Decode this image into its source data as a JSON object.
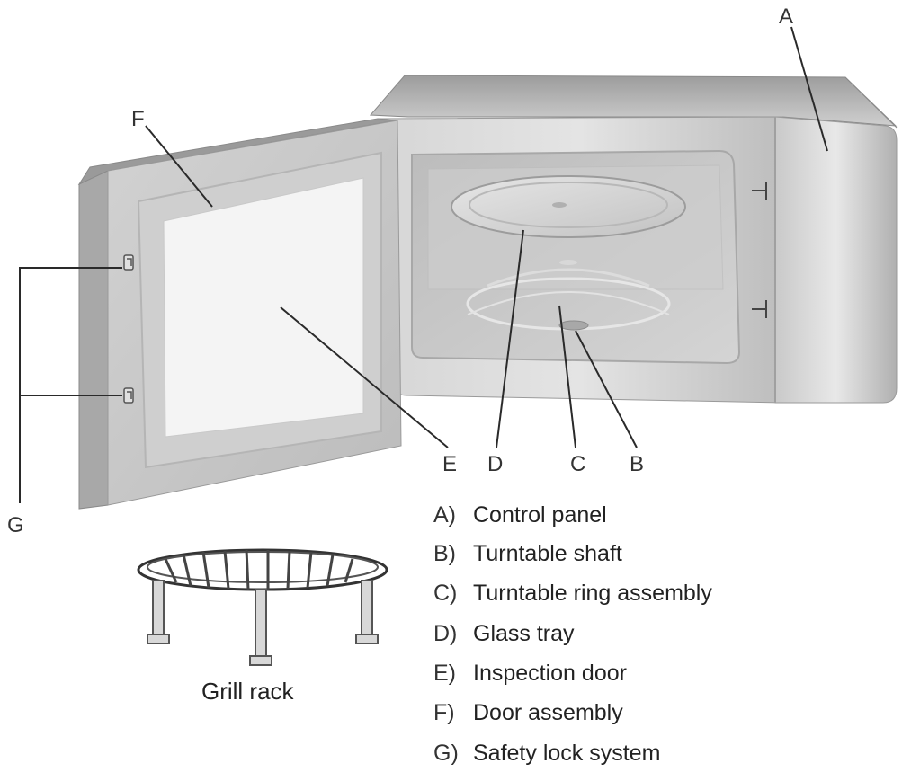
{
  "callouts": {
    "A": "A",
    "B": "B",
    "C": "C",
    "D": "D",
    "E": "E",
    "F": "F",
    "G": "G"
  },
  "legend": [
    {
      "letter": "A)",
      "text": "Control panel"
    },
    {
      "letter": "B)",
      "text": "Turntable shaft"
    },
    {
      "letter": "C)",
      "text": "Turntable ring assembly"
    },
    {
      "letter": "D)",
      "text": "Glass tray"
    },
    {
      "letter": "E)",
      "text": "Inspection door"
    },
    {
      "letter": "F)",
      "text": "Door assembly"
    },
    {
      "letter": "G)",
      "text": "Safety lock system"
    }
  ],
  "grill_rack_label": "Grill rack",
  "colors": {
    "body_light": "#d9d9d9",
    "body_mid": "#b8b8b8",
    "body_dark": "#8a8a8a",
    "cavity": "#c6c6c6",
    "window": "#f4f4f4",
    "line": "#2a2a2a"
  }
}
